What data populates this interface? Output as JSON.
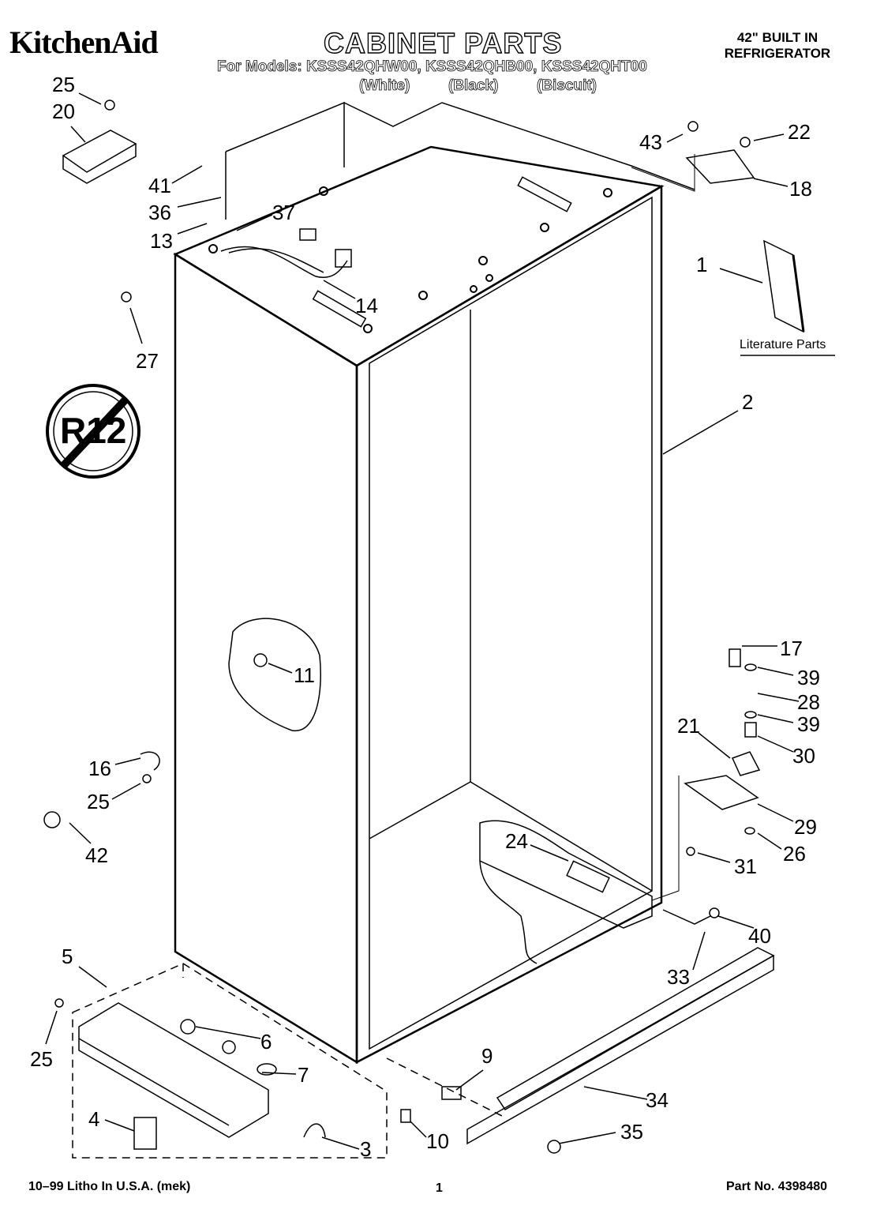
{
  "header": {
    "brand": "KitchenAid",
    "title": "CABINET PARTS",
    "models_line": "For Models: KSSS42QHW00, KSSS42QHB00, KSSS42QHT00",
    "colors": [
      "(White)",
      "(Black)",
      "(Biscuit)"
    ],
    "product_line1": "42\" BUILT IN",
    "product_line2": "REFRIGERATOR"
  },
  "badge": {
    "text": "R12"
  },
  "literature_label": "Literature Parts",
  "callouts": [
    "25",
    "20",
    "41",
    "36",
    "37",
    "13",
    "14",
    "27",
    "43",
    "22",
    "18",
    "1",
    "2",
    "17",
    "39",
    "28",
    "39",
    "30",
    "21",
    "29",
    "26",
    "31",
    "24",
    "11",
    "16",
    "25",
    "42",
    "40",
    "33",
    "5",
    "25",
    "6",
    "7",
    "9",
    "34",
    "4",
    "3",
    "10",
    "35"
  ],
  "footer": {
    "left": "10–99 Litho In U.S.A. (mek)",
    "page": "1",
    "part_no": "Part No. 4398480"
  }
}
